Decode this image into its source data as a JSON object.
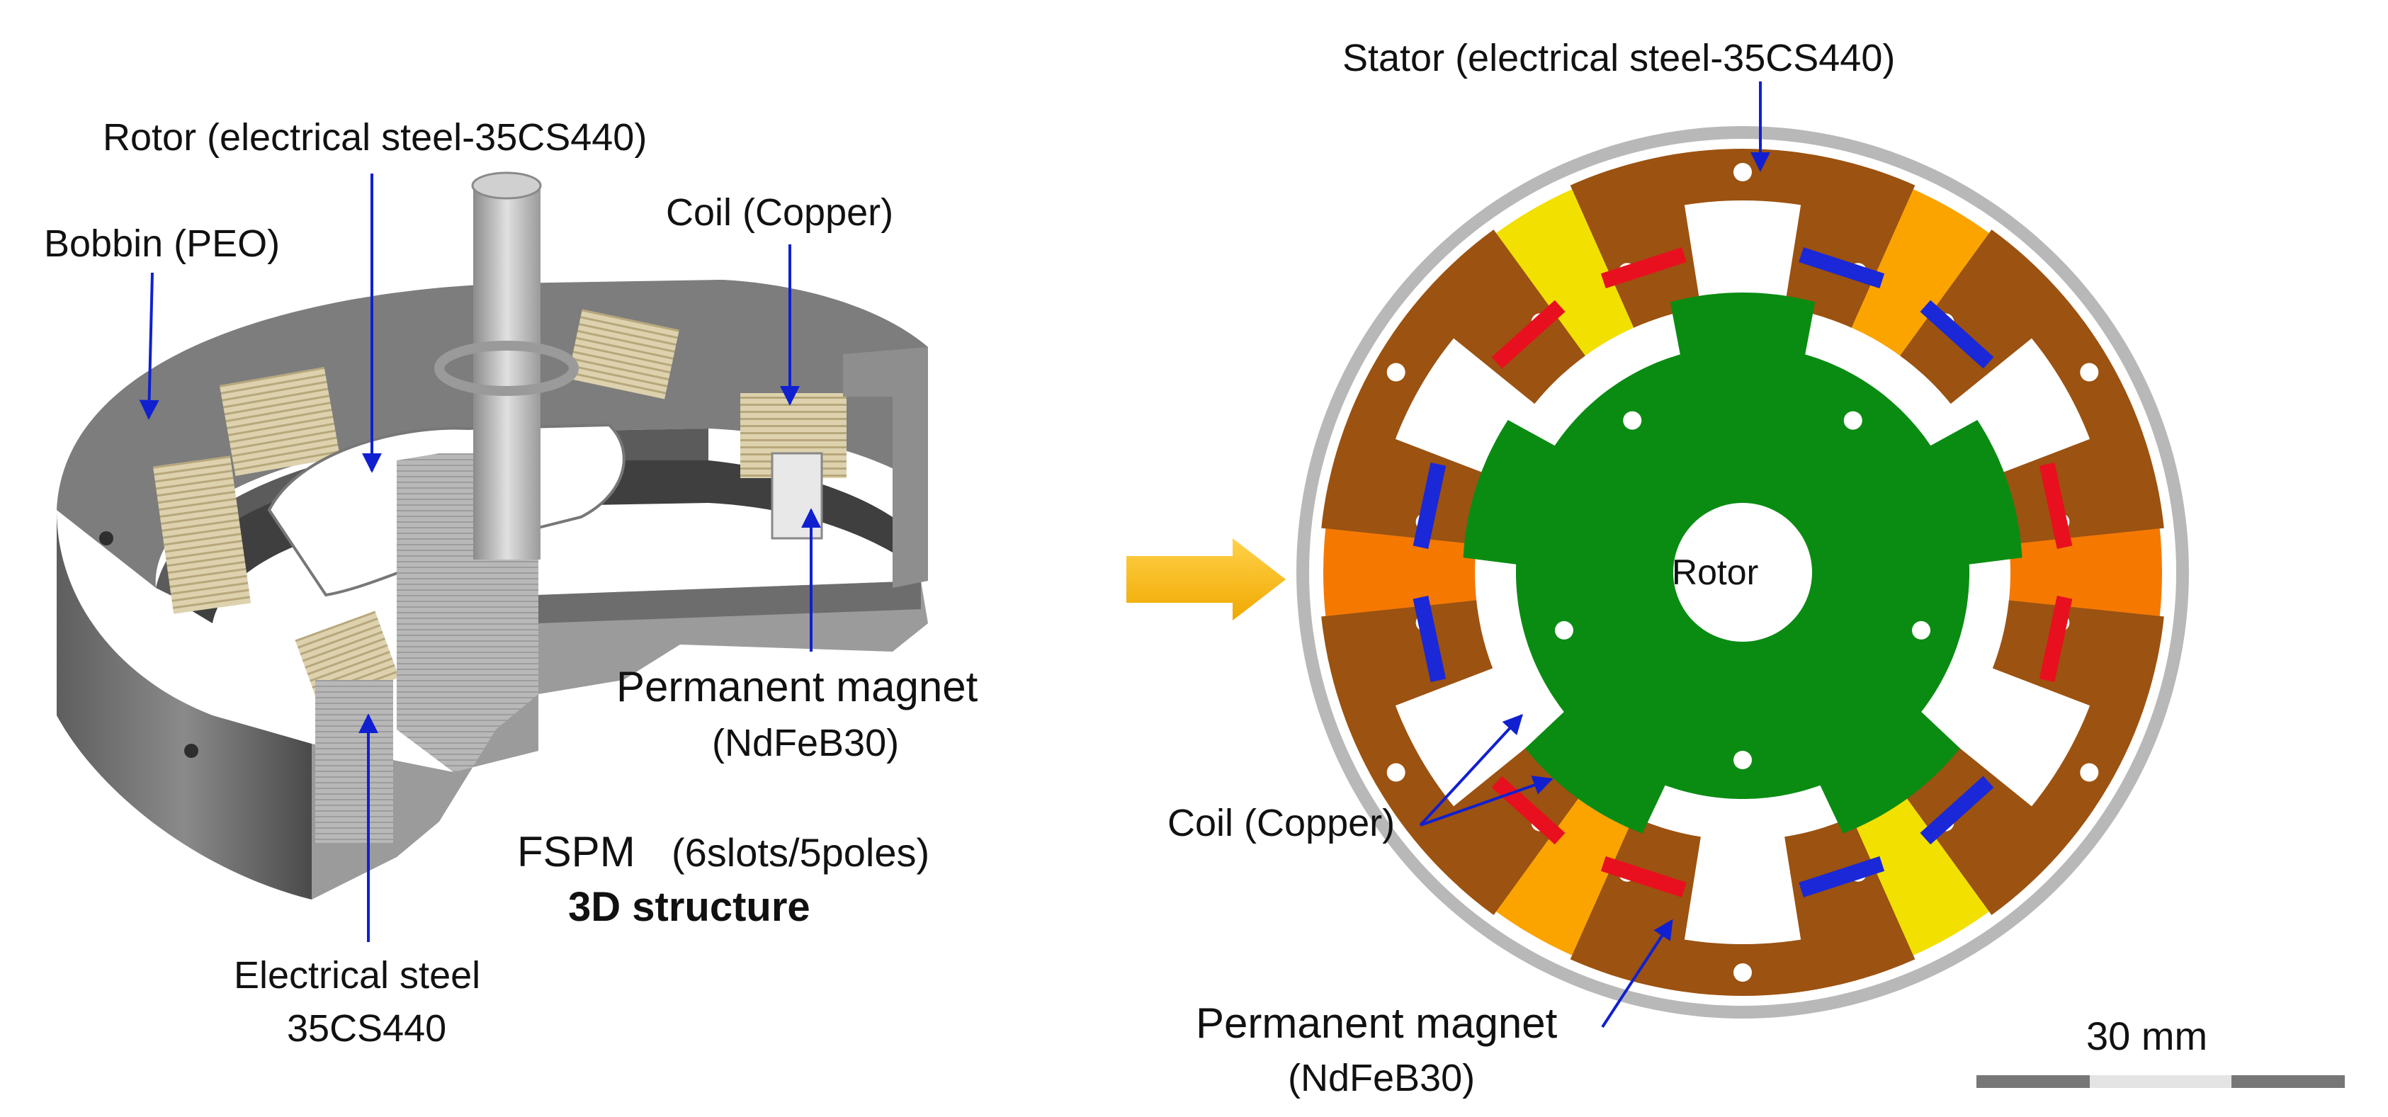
{
  "left_panel": {
    "labels": {
      "rotor": "Rotor (electrical steel-35CS440)",
      "bobbin": "Bobbin (PEO)",
      "coil": "Coil (Copper)",
      "magnet_line1": "Permanent magnet",
      "magnet_line2": "(NdFeB30)",
      "steel_line1": "Electrical steel",
      "steel_line2": "35CS440",
      "fspm": "FSPM",
      "slots_poles": "(6slots/5poles)",
      "structure": "3D structure"
    }
  },
  "right_panel": {
    "labels": {
      "stator": "Stator (electrical steel-35CS440)",
      "rotor": "Rotor",
      "coil": "Coil (Copper)",
      "magnet_line1": "Permanent magnet",
      "magnet_line2": "(NdFeB30)",
      "scale": "30 mm"
    }
  },
  "colors": {
    "stator": "#9c5210",
    "rotor": "#0a8c12",
    "outer_ring": "#b8b8b8",
    "coil_red": "#e8101e",
    "coil_blue": "#1a28d8",
    "magnet_yellow": "#f2e000",
    "magnet_orange": "#fba400",
    "magnet_dark_orange": "#f57800",
    "arrow": "#f6b400",
    "annotation": "#1020d0"
  }
}
